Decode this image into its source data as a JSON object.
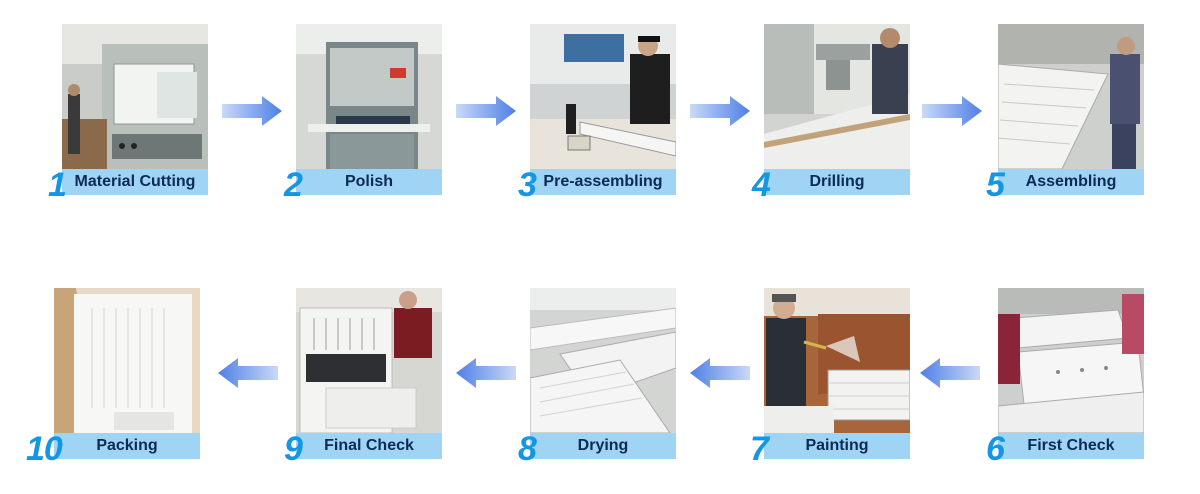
{
  "steps": [
    {
      "number": "1",
      "label": "Material Cutting"
    },
    {
      "number": "2",
      "label": "Polish"
    },
    {
      "number": "3",
      "label": "Pre-assembling"
    },
    {
      "number": "4",
      "label": "Drilling"
    },
    {
      "number": "5",
      "label": "Assembling"
    },
    {
      "number": "6",
      "label": "First Check"
    },
    {
      "number": "7",
      "label": "Painting"
    },
    {
      "number": "8",
      "label": "Drying"
    },
    {
      "number": "9",
      "label": "Final Check"
    },
    {
      "number": "10",
      "label": "Packing"
    }
  ],
  "colors": {
    "label_bar": "#9fd4f4",
    "label_text": "#0d2a57",
    "number": "#1296e6",
    "arrow": "#5a8ee8"
  }
}
